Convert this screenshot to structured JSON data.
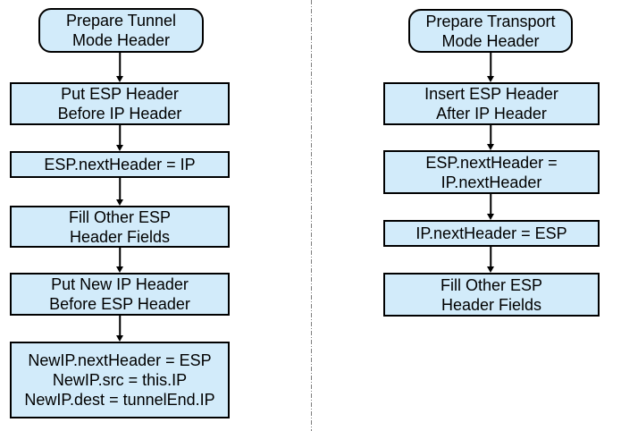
{
  "colors": {
    "box_fill": "#d2ebfa",
    "box_border": "#000000",
    "arrow": "#000000",
    "divider": "#7f7f7f"
  },
  "tunnel_flow": {
    "nodes": [
      {
        "label": "Prepare Tunnel\nMode Header"
      },
      {
        "label": "Put ESP Header\nBefore IP Header"
      },
      {
        "label": "ESP.nextHeader = IP"
      },
      {
        "label": "Fill Other ESP\nHeader Fields"
      },
      {
        "label": "Put New IP Header\nBefore ESP Header"
      },
      {
        "label": "NewIP.nextHeader = ESP\nNewIP.src = this.IP\nNewIP.dest = tunnelEnd.IP"
      }
    ]
  },
  "transport_flow": {
    "nodes": [
      {
        "label": "Prepare Transport\nMode Header"
      },
      {
        "label": "Insert ESP Header\nAfter IP Header"
      },
      {
        "label": "ESP.nextHeader =\nIP.nextHeader"
      },
      {
        "label": "IP.nextHeader = ESP"
      },
      {
        "label": "Fill Other ESP\nHeader Fields"
      }
    ]
  }
}
